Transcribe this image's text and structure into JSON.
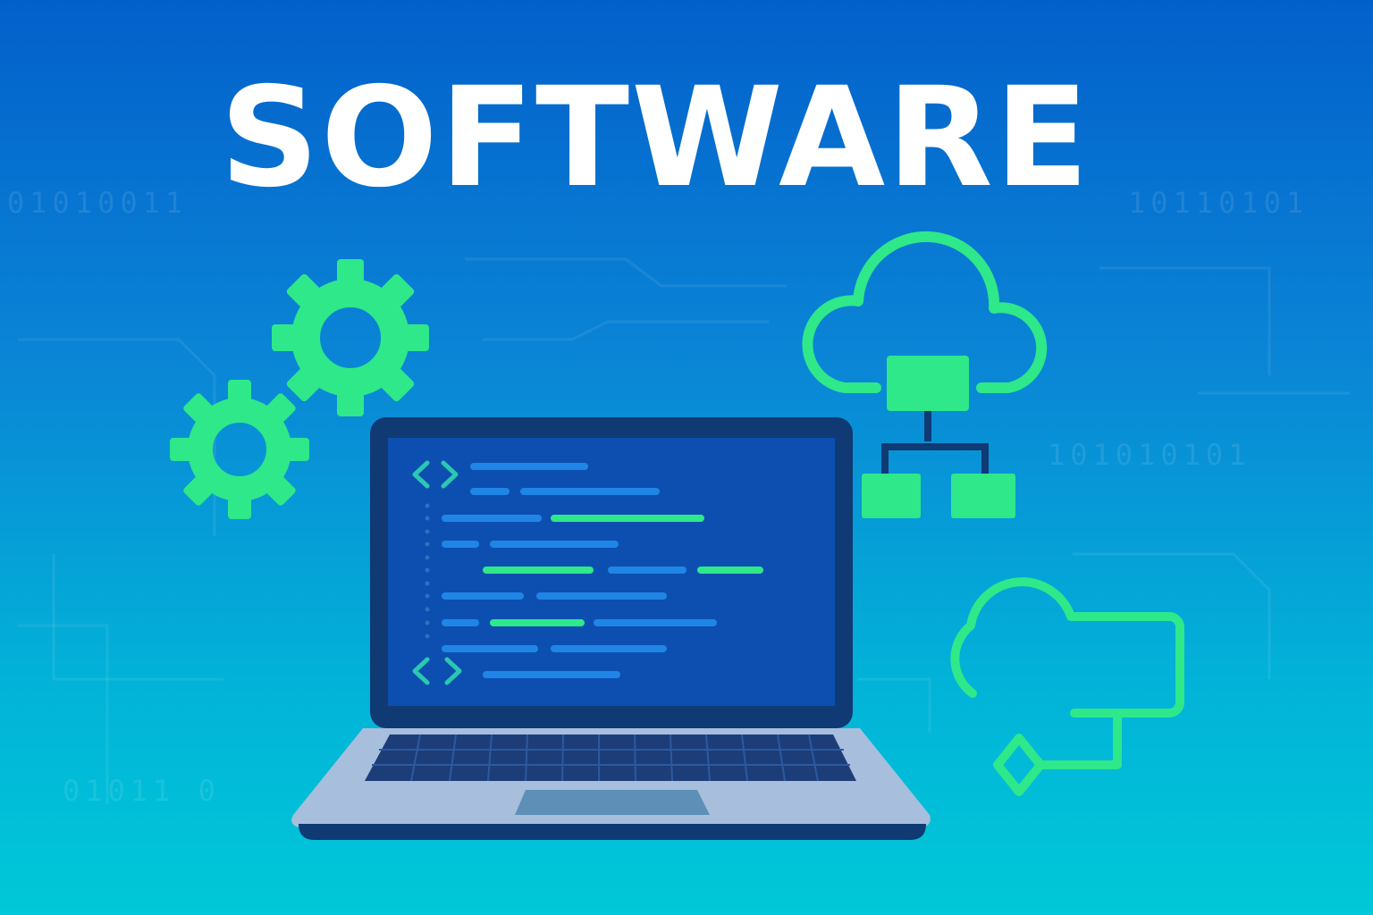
{
  "title": "SOFTWARE",
  "background_binary": [
    "01010011",
    "10110101",
    "101010101",
    "01011 0"
  ],
  "colors": {
    "background_top": "#0360cb",
    "background_bottom": "#00c8d8",
    "accent_green": "#2ee88a",
    "laptop_frame": "#0f3a73",
    "screen": "#0d4fb0",
    "code_blue": "#1f86e6",
    "laptop_base": "#a7bfdc",
    "keyboard": "#1c3d78"
  },
  "icons": [
    "gear-icon",
    "cloud-network-icon",
    "cloud-workflow-icon",
    "laptop-icon",
    "code-brackets-icon"
  ]
}
